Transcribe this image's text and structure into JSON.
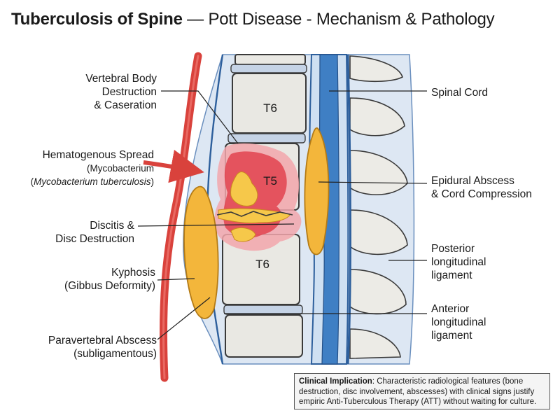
{
  "title": {
    "main": "Tuberculosis of Spine",
    "separator": " — ",
    "subtitle": "Pott Disease - Mechanism & Pathology"
  },
  "vertebra_labels": {
    "upper": "T6",
    "middle": "T5",
    "lower": "T6"
  },
  "labels": {
    "vertebral_body": [
      "Vertebral Body",
      "Destruction",
      "& Caseration"
    ],
    "hematogenous": {
      "line1": "Hematogenous Spread",
      "line2": "(Mycobacterium",
      "line3_open": "(",
      "line3_italic": "Mycobacterium tuberculosis",
      "line3_close": ")"
    },
    "discitis": [
      "Discitis &",
      "Disc Destruction"
    ],
    "kyphosis": [
      "Kyphosis",
      "(Gibbus Deformity)"
    ],
    "paravertebral": [
      "Paravertebral Abscess",
      "(subligamentous)"
    ],
    "spinal_cord": "Spinal Cord",
    "epidural": [
      "Epidural Abscess",
      "& Cord Compression"
    ],
    "posterior_ligament": [
      "Posterior",
      "longitudinal",
      "ligament"
    ],
    "anterior_ligament": [
      "Anterior",
      "longitudinal",
      "ligament"
    ]
  },
  "clinical": {
    "title": "Clinical Implication",
    "text": ": Characteristic radiological features (bone destruction, disc involvement, abscesses) with clinical signs justify empiric Anti-Tuberculous Therapy (ATT) without waiting for culture."
  },
  "colors": {
    "bone": "#e9e8e3",
    "ligament": "#c9d8ec",
    "cord": "#3f7fc4",
    "abscess": "#f3b63b",
    "inflammation": "#e2434f",
    "artery": "#d9423c"
  }
}
